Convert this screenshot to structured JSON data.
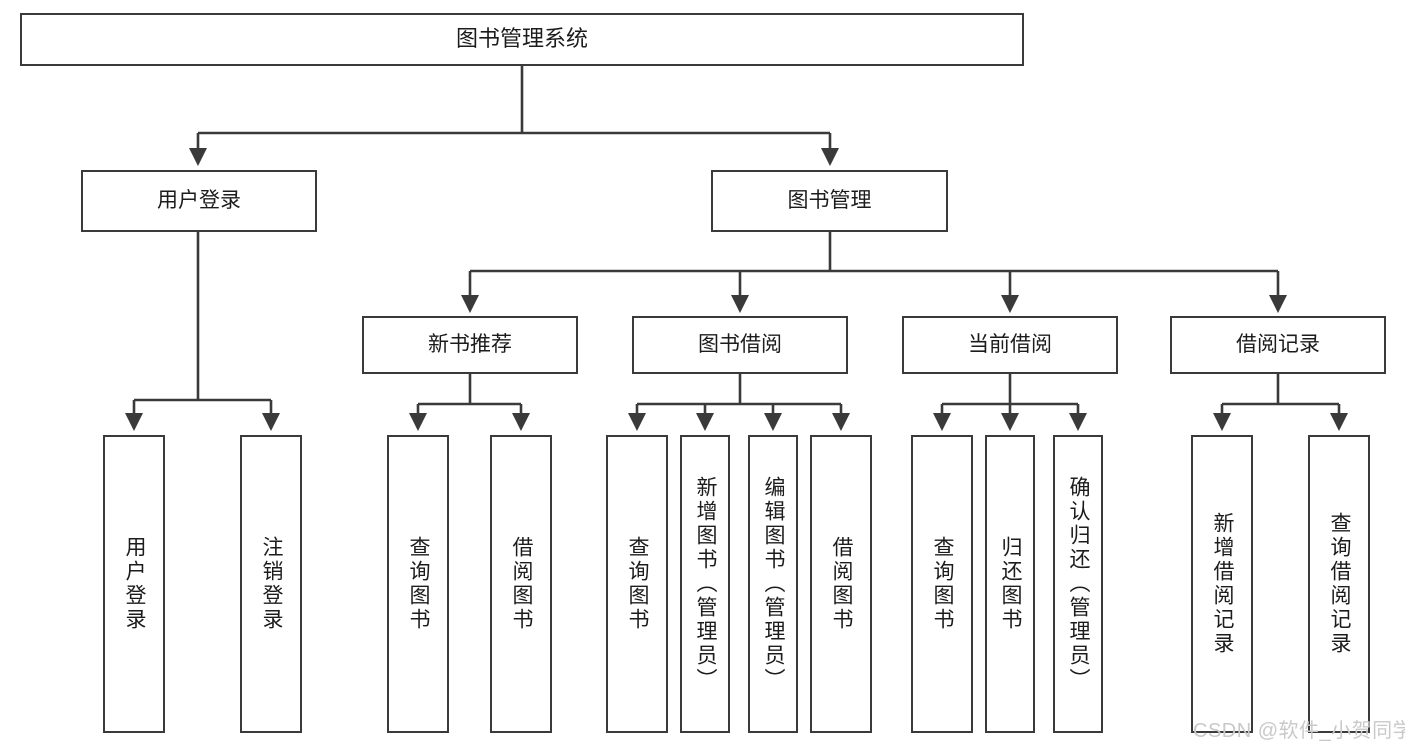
{
  "diagram": {
    "title": "图书管理系统",
    "type": "tree-hierarchy",
    "background_color": "#ffffff",
    "box_border_color": "#3a3a3a",
    "text_color": "#1c1c1c",
    "nodes": {
      "root": {
        "label": "图书管理系统"
      },
      "level2": [
        {
          "label": "用户登录"
        },
        {
          "label": "图书管理"
        }
      ],
      "level3": [
        {
          "label": "新书推荐"
        },
        {
          "label": "图书借阅"
        },
        {
          "label": "当前借阅"
        },
        {
          "label": "借阅记录"
        }
      ],
      "leaves": {
        "user_login": [
          {
            "label": "用户登录"
          },
          {
            "label": "注销登录"
          }
        ],
        "new_book_recommend": [
          {
            "label": "查询图书"
          },
          {
            "label": "借阅图书"
          }
        ],
        "book_borrow": [
          {
            "label": "查询图书"
          },
          {
            "label": "新增图书（管理员）"
          },
          {
            "label": "编辑图书（管理员）"
          },
          {
            "label": "借阅图书"
          }
        ],
        "current_borrow": [
          {
            "label": "查询图书"
          },
          {
            "label": "归还图书"
          },
          {
            "label": "确认归还（管理员）"
          }
        ],
        "borrow_record": [
          {
            "label": "新增借阅记录"
          },
          {
            "label": "查询借阅记录"
          }
        ]
      }
    },
    "watermark": "CSDN @软件_小贺同学"
  }
}
